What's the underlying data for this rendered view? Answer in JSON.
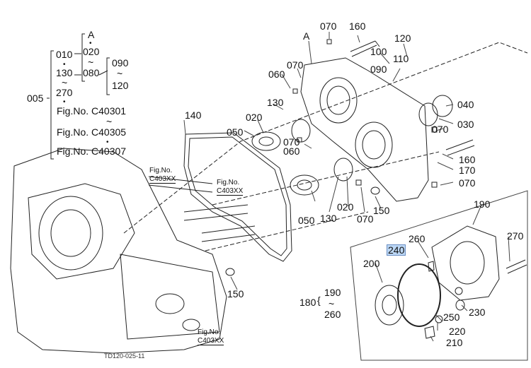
{
  "diagram": {
    "assembly_no": "005",
    "ref_A": "A",
    "range_col1": [
      "010",
      "130",
      "270"
    ],
    "range_col2": [
      "020",
      "080"
    ],
    "range_col3": [
      "090",
      "120"
    ],
    "fig_refs": [
      "Fig.No. C40301",
      "Fig.No. C40305",
      "Fig.No. C40307"
    ],
    "tilde": "~",
    "bullet": "•",
    "drawing_no": "TD120-025-11",
    "fig_callouts": [
      {
        "line1": "Fig.No.",
        "line2": "C403XX"
      },
      {
        "line1": "Fig.No.",
        "line2": "C403XX"
      },
      {
        "line1": "Fig.No.",
        "line2": "C403XX"
      }
    ],
    "subassembly": {
      "no": "180",
      "from": "190",
      "to": "260"
    },
    "highlighted_part": "240",
    "part_labels": {
      "p070a": "070",
      "p160a": "160",
      "p120": "120",
      "p100": "100",
      "p110": "110",
      "p090": "090",
      "p060a": "060",
      "p070b": "070",
      "p130a": "130",
      "p020a": "020",
      "p140": "140",
      "p050a": "050",
      "p070c": "070",
      "p060b": "060",
      "p040": "040",
      "p030": "030",
      "p070d": "070",
      "p160b": "160",
      "p170": "170",
      "p070e": "070",
      "p050b": "050",
      "p130b": "130",
      "p020b": "020",
      "p070f": "070",
      "p150a": "150",
      "p190": "190",
      "p270": "270",
      "p260": "260",
      "p200": "200",
      "p150b": "150",
      "p250": "250",
      "p230": "230",
      "p220": "220",
      "p210": "210"
    }
  }
}
